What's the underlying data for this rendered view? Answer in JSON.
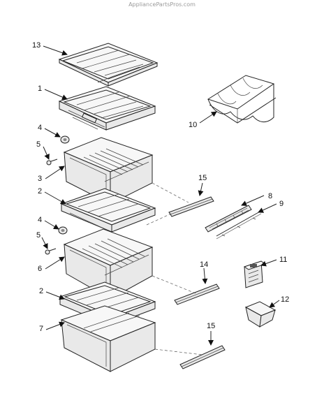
{
  "watermark": "AppliancePartsPros.com",
  "callouts": [
    {
      "id": "13",
      "text": "13"
    },
    {
      "id": "1",
      "text": "1"
    },
    {
      "id": "4a",
      "text": "4"
    },
    {
      "id": "5a",
      "text": "5"
    },
    {
      "id": "3",
      "text": "3"
    },
    {
      "id": "2a",
      "text": "2"
    },
    {
      "id": "4b",
      "text": "4"
    },
    {
      "id": "5b",
      "text": "5"
    },
    {
      "id": "6",
      "text": "6"
    },
    {
      "id": "2b",
      "text": "2"
    },
    {
      "id": "7",
      "text": "7"
    },
    {
      "id": "10",
      "text": "10"
    },
    {
      "id": "15a",
      "text": "15"
    },
    {
      "id": "8",
      "text": "8"
    },
    {
      "id": "9",
      "text": "9"
    },
    {
      "id": "14",
      "text": "14"
    },
    {
      "id": "11",
      "text": "11"
    },
    {
      "id": "12",
      "text": "12"
    },
    {
      "id": "15b",
      "text": "15"
    }
  ]
}
